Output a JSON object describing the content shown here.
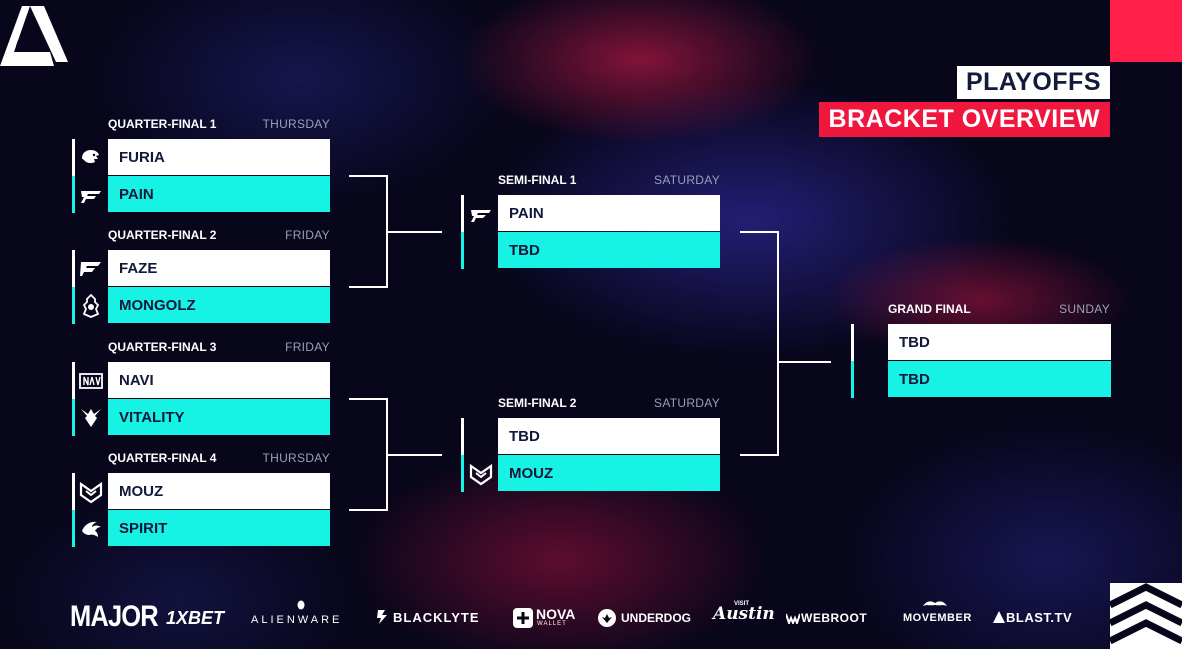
{
  "header": {
    "title_line1": "PLAYOFFS",
    "title_line2": "BRACKET OVERVIEW"
  },
  "quarterfinals": [
    {
      "title": "QUARTER-FINAL 1",
      "day": "THURSDAY",
      "team1": "FURIA",
      "team2": "PAIN",
      "logo1": "furia-panther-icon",
      "logo2": "pain-logo-icon"
    },
    {
      "title": "QUARTER-FINAL 2",
      "day": "FRIDAY",
      "team1": "FAZE",
      "team2": "MONGOLZ",
      "logo1": "faze-logo-icon",
      "logo2": "mongolz-logo-icon"
    },
    {
      "title": "QUARTER-FINAL 3",
      "day": "FRIDAY",
      "team1": "NAVI",
      "team2": "VITALITY",
      "logo1": "navi-logo-icon",
      "logo2": "vitality-logo-icon"
    },
    {
      "title": "QUARTER-FINAL 4",
      "day": "THURSDAY",
      "team1": "MOUZ",
      "team2": "SPIRIT",
      "logo1": "mouz-logo-icon",
      "logo2": "spirit-dragon-icon"
    }
  ],
  "semifinals": [
    {
      "title": "SEMI-FINAL 1",
      "day": "SATURDAY",
      "team1": "PAIN",
      "team2": "TBD",
      "logo1": "pain-logo-icon"
    },
    {
      "title": "SEMI-FINAL 2",
      "day": "SATURDAY",
      "team1": "TBD",
      "team2": "MOUZ",
      "logo2": "mouz-logo-icon"
    }
  ],
  "grandfinal": {
    "title": "GRAND FINAL",
    "day": "SUNDAY",
    "team1": "TBD",
    "team2": "TBD"
  },
  "sponsors": [
    "MAJOR",
    "1XBET",
    "ALIENWARE",
    "BLACKLYTE",
    "NOVA",
    "WALLET",
    "UNDERDOG",
    "VISIT",
    "Austin",
    "WEBROOT",
    "MOVEMBER",
    "BLAST.TV"
  ],
  "colors": {
    "cyan": "#16f2e3",
    "red": "#f0173f",
    "navy": "#13183a",
    "white": "#ffffff"
  }
}
